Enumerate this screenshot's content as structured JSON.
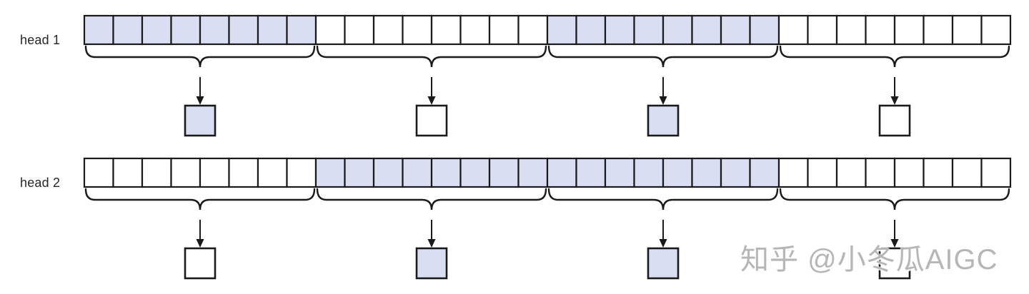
{
  "figure": {
    "colors": {
      "filled": "#d9def3",
      "empty": "#ffffff",
      "stroke": "#1a1a1a",
      "label_text": "#262626",
      "watermark_text": "#b6b6b6"
    },
    "groups_per_row": 4,
    "cells_per_group": 8,
    "heads": [
      {
        "label": "head 1",
        "cells": [
          1,
          1,
          1,
          1,
          1,
          1,
          1,
          1,
          0,
          0,
          0,
          0,
          0,
          0,
          0,
          0,
          1,
          1,
          1,
          1,
          1,
          1,
          1,
          1,
          0,
          0,
          0,
          0,
          0,
          0,
          0,
          0
        ],
        "outputs": [
          1,
          0,
          1,
          0
        ]
      },
      {
        "label": "head 2",
        "cells": [
          0,
          0,
          0,
          0,
          0,
          0,
          0,
          0,
          1,
          1,
          1,
          1,
          1,
          1,
          1,
          1,
          1,
          1,
          1,
          1,
          1,
          1,
          1,
          1,
          0,
          0,
          0,
          0,
          0,
          0,
          0,
          0
        ],
        "outputs": [
          0,
          1,
          1,
          0
        ]
      }
    ]
  },
  "watermark": {
    "text": "知乎 @小冬瓜AIGC"
  }
}
